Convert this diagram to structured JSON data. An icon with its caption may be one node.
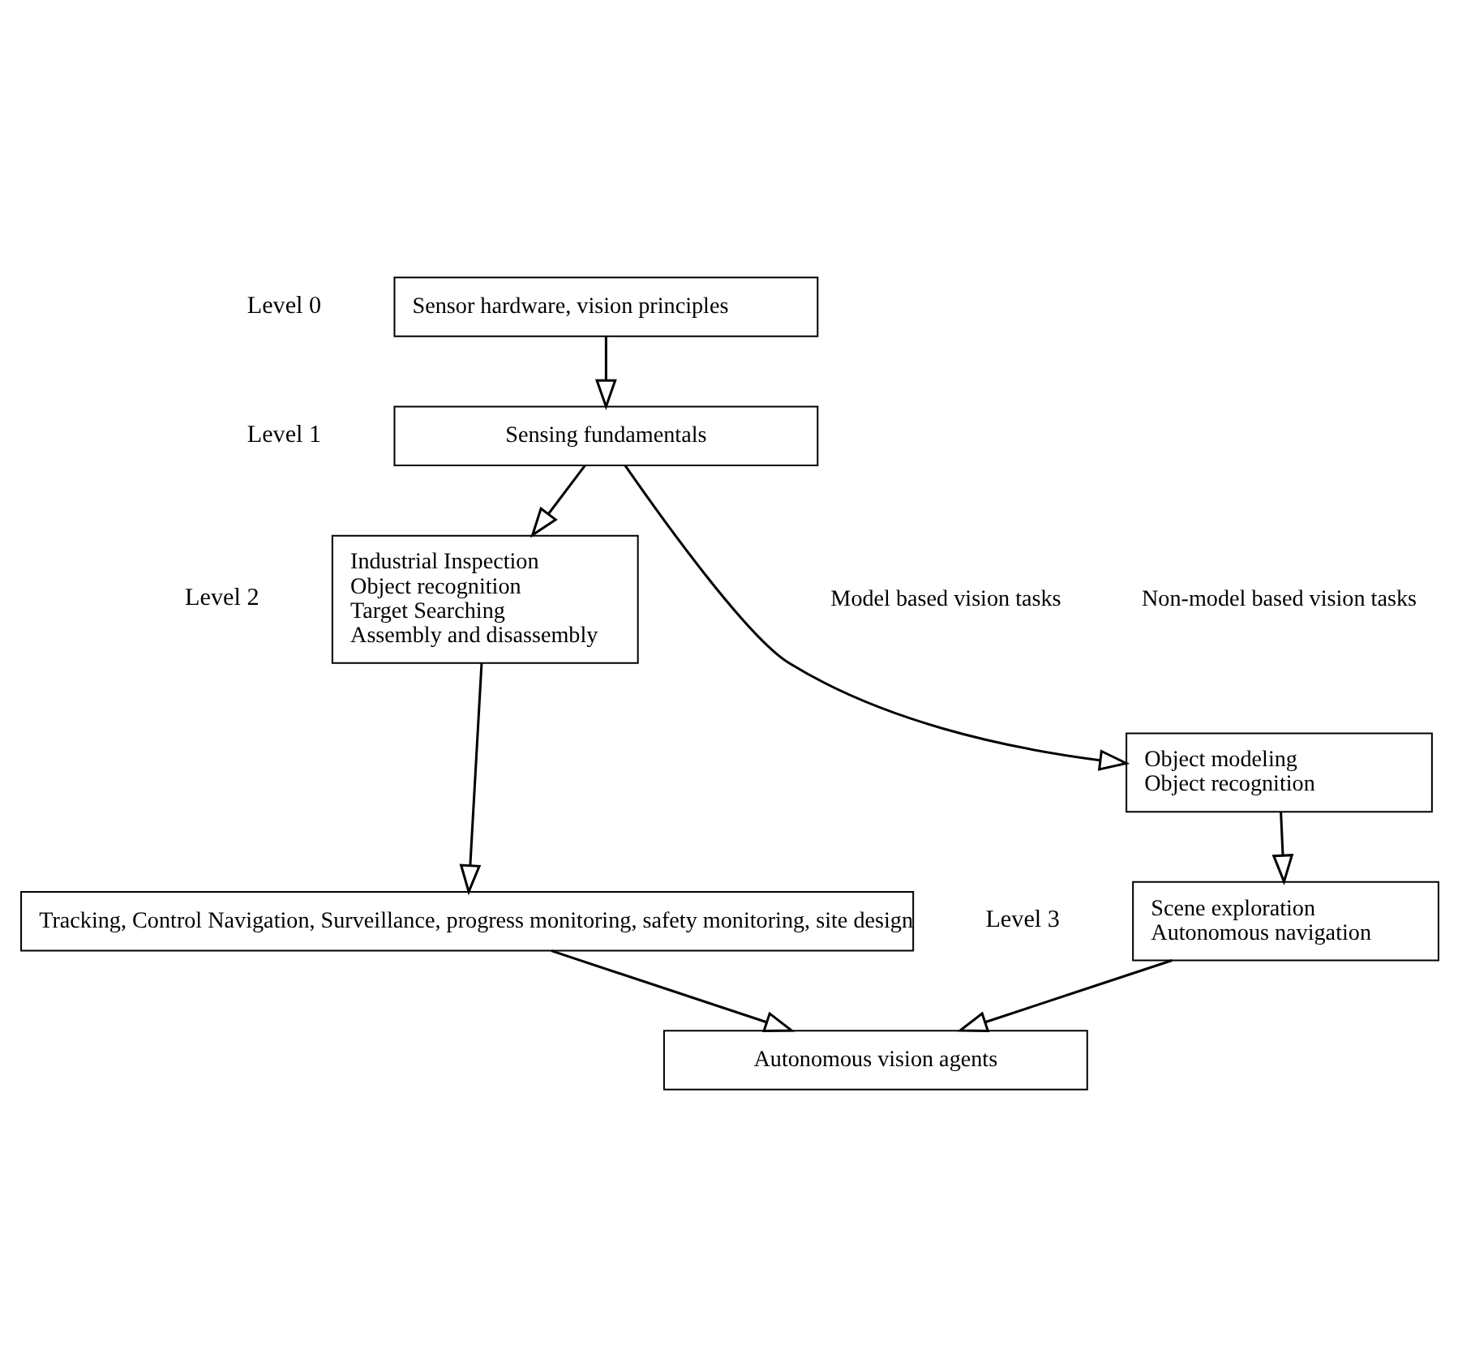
{
  "diagram": {
    "nodes": [
      {
        "text": [
          "Sensor hardware, vision principles"
        ]
      },
      {
        "text": [
          "Sensing fundamentals"
        ]
      },
      {
        "text": [
          "Industrial Inspection",
          "Object recognition",
          "Target Searching",
          "Assembly and disassembly"
        ]
      },
      {
        "text": [
          "Object modeling",
          "Object recognition"
        ]
      },
      {
        "text": [
          "Tracking, Control Navigation, Surveillance, progress monitoring, safety monitoring, site design"
        ]
      },
      {
        "text": [
          "Scene exploration",
          "Autonomous navigation"
        ]
      },
      {
        "text": [
          "Autonomous vision agents"
        ]
      }
    ],
    "edges": [
      {
        "from": 0,
        "to": 1,
        "arrow": "to"
      },
      {
        "from": 1,
        "to": 2,
        "arrow": "to"
      },
      {
        "from": 1,
        "to": 3,
        "arrow": "to"
      },
      {
        "from": 2,
        "to": 4,
        "arrow": "to"
      },
      {
        "from": 3,
        "to": 5,
        "arrow": "to"
      },
      {
        "from": 4,
        "to": 6,
        "arrow": "to"
      },
      {
        "from": 5,
        "to": 6,
        "arrow": "to"
      }
    ],
    "labels": [
      "Level 0",
      "Level 1",
      "Level 2",
      "Level 3",
      "Model based vision tasks",
      "Non-model based vision tasks"
    ]
  }
}
